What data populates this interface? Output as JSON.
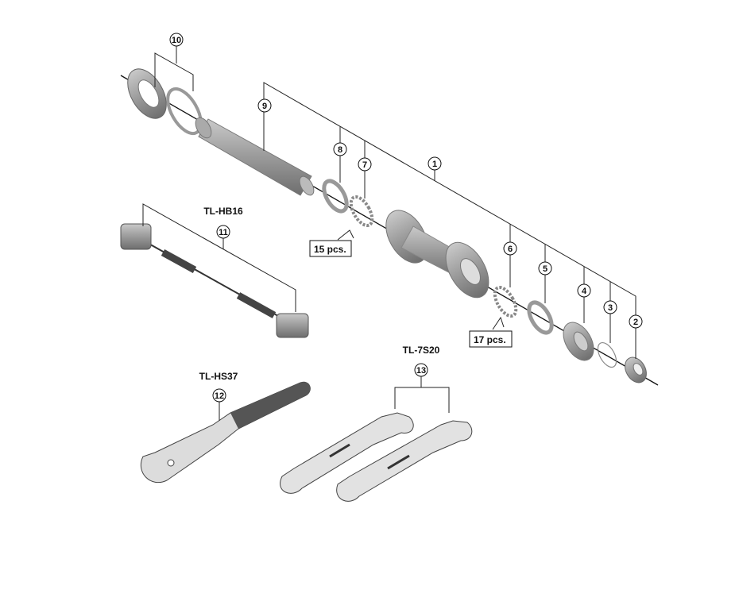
{
  "diagram": {
    "callouts": [
      "1",
      "2",
      "3",
      "4",
      "5",
      "6",
      "7",
      "8",
      "9",
      "10",
      "11",
      "12",
      "13"
    ],
    "tools": {
      "tl_hb16": "TL-HB16",
      "tl_hs37": "TL-HS37",
      "tl_7s20": "TL-7S20"
    },
    "quantities": {
      "bearing_7": "15 pcs.",
      "bearing_6": "17 pcs."
    },
    "colors": {
      "part": "#9a9a9a",
      "part_dark": "#6e6e6e",
      "line": "#222222"
    }
  }
}
